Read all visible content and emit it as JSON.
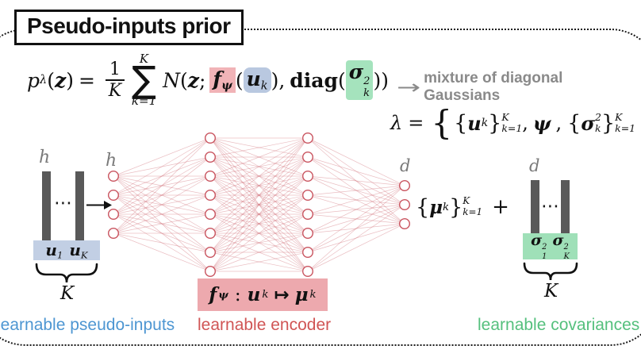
{
  "title": "Pseudo-inputs prior",
  "formula": {
    "p": "p",
    "p_sub": "λ",
    "open1": "(",
    "z1": "z",
    "close1": ")",
    "eq": "=",
    "frac_num": "1",
    "frac_den": "K",
    "sum_sup": "K",
    "sum": "∑",
    "sum_sub": "k=1",
    "N": "N",
    "open2": "(",
    "z2": "z",
    "semi": ";",
    "f": "f",
    "f_sub": "ψ",
    "open3": "(",
    "u": "u",
    "u_sub": "k",
    "close3": ")",
    "comma": ",",
    "diag": "diag",
    "open4": "(",
    "sigma": "σ",
    "sigma_sup": "2",
    "sigma_sub": "k",
    "close4": "))",
    "arrow": "→",
    "annotation": "mixture of diagonal Gaussians"
  },
  "lambda_line": {
    "lambda": "λ",
    "eq": "=",
    "outer_open": "{",
    "set1_open": "{",
    "set1_sym": "u",
    "set1_sym_sub": "k",
    "set1_close": "}",
    "set1_sup": "K",
    "set1_sub": "k=1",
    "comma1": ",",
    "psi": "ψ",
    "comma2": ",",
    "set2_open": "{",
    "set2_sym": "σ",
    "set2_sym_sup": "2",
    "set2_sym_sub": "k",
    "set2_close": "}",
    "set2_sup": "K",
    "set2_sub": "k=1",
    "outer_close": "}"
  },
  "pseudo_inputs": {
    "dim_label": "h",
    "dots": "⋯",
    "u1": "u",
    "u1_sub": "1",
    "uK": "u",
    "uK_sub": "K",
    "count": "K",
    "caption": "learnable pseudo-inputs",
    "box_color": "#c2cfe4",
    "caption_color": "#4d96d2",
    "bar_color": "#595959"
  },
  "network": {
    "dim_label": "h",
    "output_dim_label": "d",
    "layers": [
      4,
      8,
      8,
      3
    ],
    "node_color": "#c9545f",
    "edge_color": "#c9545f",
    "box": {
      "f": "f",
      "f_sub": "ψ",
      "colon": ":",
      "u": "u",
      "u_sub": "k",
      "mapsto": "↦",
      "mu": "μ",
      "mu_sub": "k",
      "bg_color": "#eda9ae"
    },
    "caption": "learnable encoder",
    "caption_color": "#d05555"
  },
  "mu_expr": {
    "open": "{",
    "mu": "μ",
    "mu_sub": "k",
    "close": "}",
    "sup": "K",
    "sub": "k=1",
    "plus": "+"
  },
  "covariances": {
    "dim_label": "d",
    "dots": "⋯",
    "s1": "σ",
    "s1_sup": "2",
    "s1_sub": "1",
    "sK": "σ",
    "sK_sup": "2",
    "sK_sub": "K",
    "count": "K",
    "caption": "learnable covariances",
    "box_color": "#9fe0b8",
    "caption_color": "#55c07d",
    "bar_color": "#595959"
  },
  "highlights": {
    "f_psi": "#f1b3b7",
    "u_k": "#b9c8e0",
    "sigma_k2": "#a5e3bd"
  }
}
